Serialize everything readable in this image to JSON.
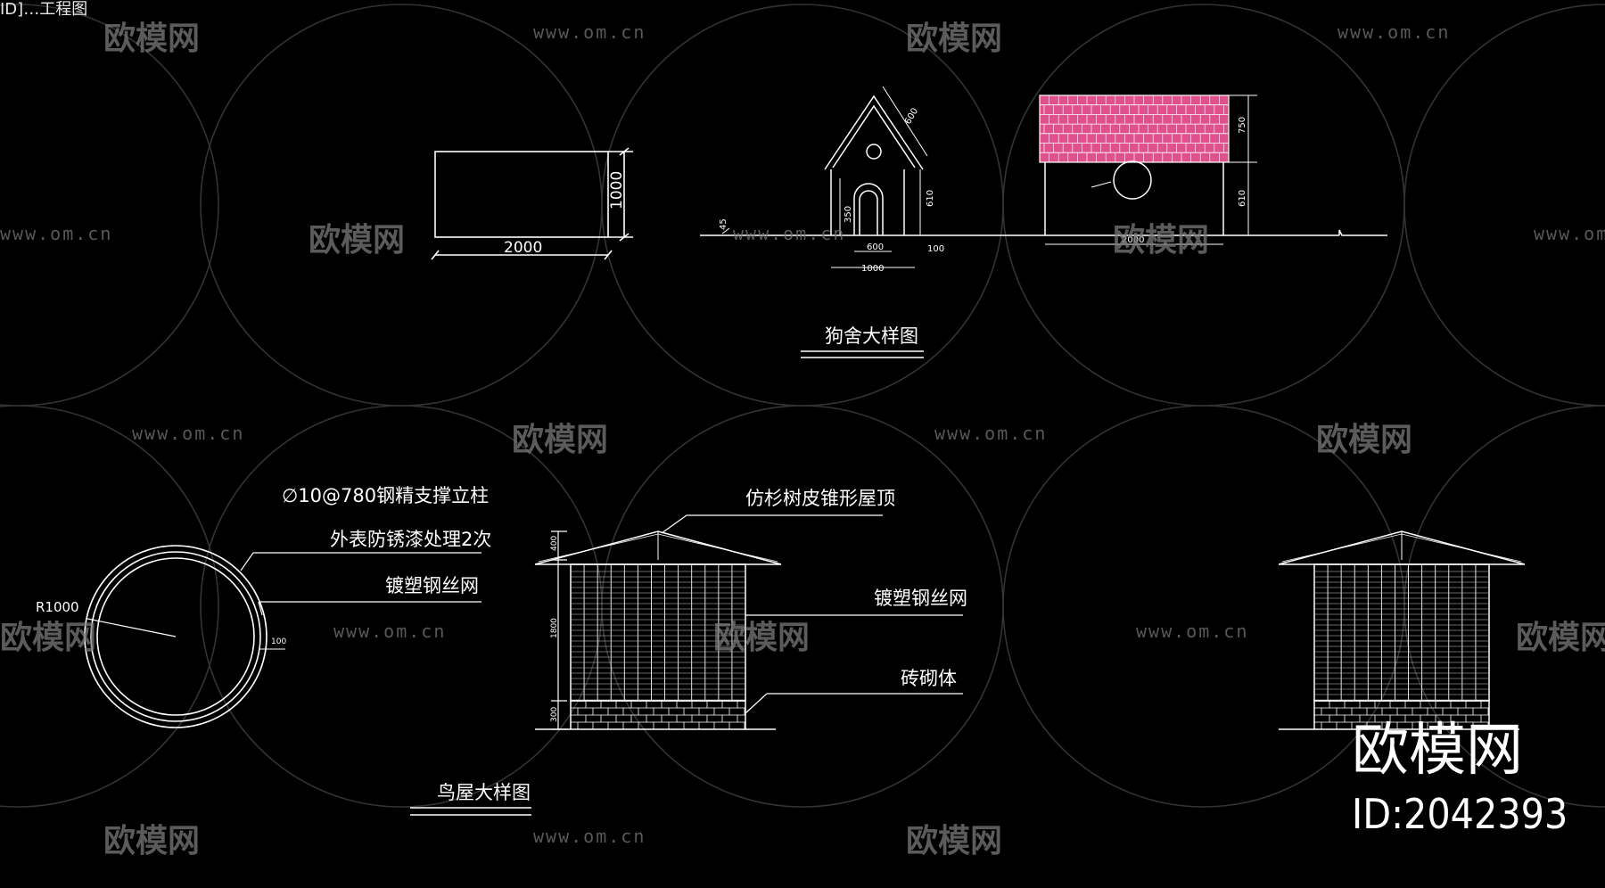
{
  "window": {
    "tab_fragment": "ID]…工程图"
  },
  "watermarks": {
    "logo_text": "欧模网",
    "url_text": "www.om.cn"
  },
  "brand": {
    "logo": "欧模网",
    "id_text": "ID:2042393"
  },
  "dog_house": {
    "plan": {
      "width_label": "2000",
      "height_label": "1000"
    },
    "front_elevation": {
      "dims": [
        "600",
        "610",
        "350",
        "100",
        "600",
        "1000"
      ],
      "ground_dim": "45"
    },
    "side_elevation": {
      "roof_height": "750",
      "wall_height": "610",
      "length": "2000"
    },
    "title": "狗舍大样图",
    "roof_color": "#e0508c"
  },
  "bird_house": {
    "plan": {
      "radius_label": "R1000",
      "offset_label": "100"
    },
    "annotations": {
      "column": "∅10@780钢精支撑立柱",
      "coating": "外表防锈漆处理2次",
      "mesh_plan": "镀塑钢丝网",
      "roof": "仿杉树皮锥形屋顶",
      "mesh_elev": "镀塑钢丝网",
      "masonry": "砖砌体"
    },
    "elev_dims": {
      "top": "400",
      "mid": "1800",
      "bottom": "300"
    },
    "title": "鸟屋大样图"
  }
}
